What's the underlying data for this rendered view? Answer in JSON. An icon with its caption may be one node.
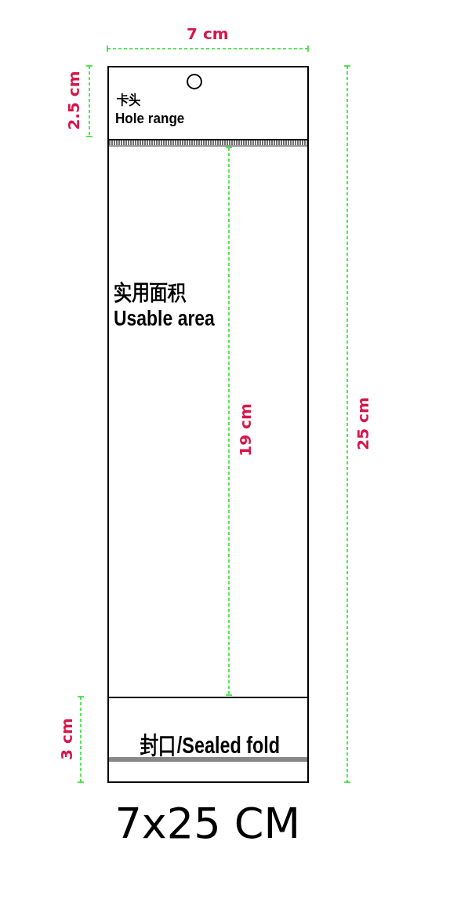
{
  "diagram": {
    "caption": "7x25 CM",
    "nodes": [
      {
        "text": [
          "卡头",
          "Hole range"
        ]
      },
      {
        "text": [
          "实用面积",
          "Usable area"
        ]
      },
      {
        "text": [
          "封口/Sealed fold"
        ]
      }
    ],
    "labels": [
      "7 cm",
      "2.5 cm",
      "19 cm",
      "25 cm",
      "3 cm"
    ]
  }
}
